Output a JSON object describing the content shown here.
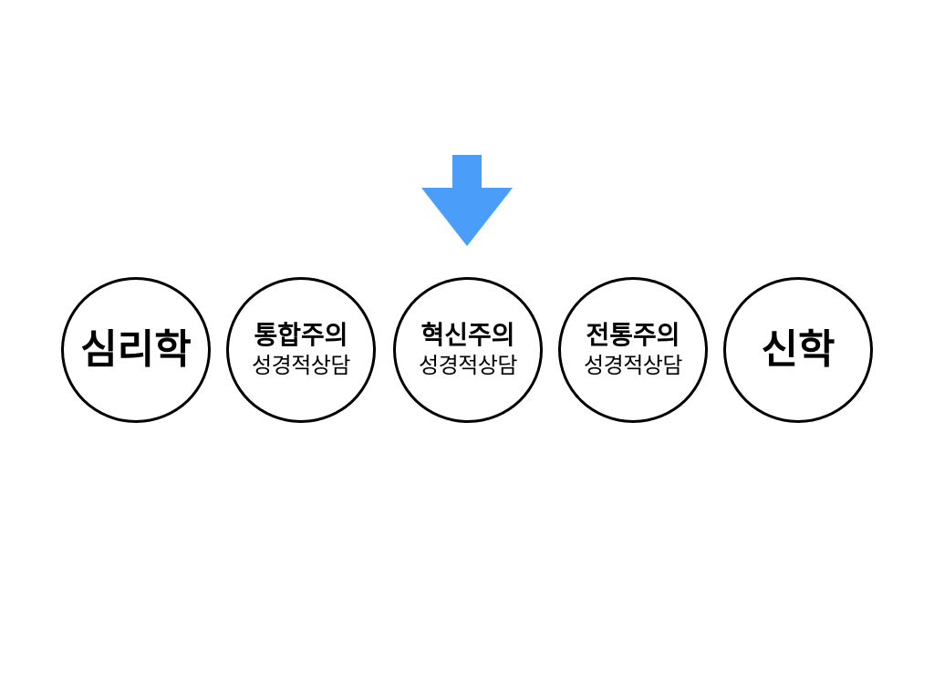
{
  "arrow": {
    "icon": "arrow-down-icon",
    "color": "#4a9df8"
  },
  "nodes": [
    {
      "lines": [
        "심리학"
      ]
    },
    {
      "lines": [
        "통합주의",
        "성경적상담"
      ]
    },
    {
      "lines": [
        "혁신주의",
        "성경적상담"
      ]
    },
    {
      "lines": [
        "전통주의",
        "성경적상담"
      ]
    },
    {
      "lines": [
        "신학"
      ]
    }
  ],
  "colors": {
    "circle_border": "#000000",
    "text": "#000000",
    "background": "#ffffff"
  }
}
